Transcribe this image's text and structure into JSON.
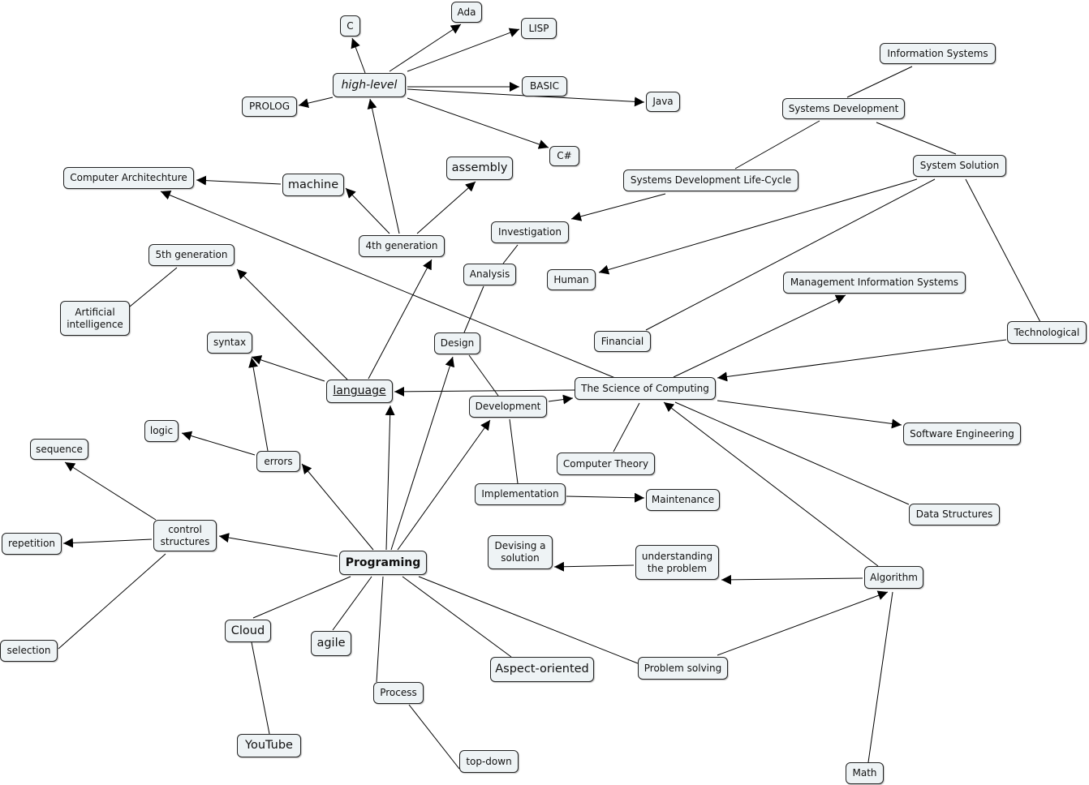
{
  "nodes": {
    "c": "C",
    "ada": "Ada",
    "lisp": "LISP",
    "highlevel": "high-level",
    "prolog": "PROLOG",
    "basic": "BASIC",
    "java": "Java",
    "csharp": "C#",
    "infosys": "Information Systems",
    "sysdev": "Systems Development",
    "comparch": "Computer Architechture",
    "machine": "machine",
    "assembly": "assembly",
    "sdlc": "Systems Development Life-Cycle",
    "syssol": "System Solution",
    "investigation": "Investigation",
    "gen4": "4th generation",
    "gen5": "5th generation",
    "analysis": "Analysis",
    "human": "Human",
    "mis": "Management Information Systems",
    "ai": "Artificial\nintelligence",
    "technological": "Technological",
    "financial": "Financial",
    "syntax": "syntax",
    "design": "Design",
    "language": "language",
    "science": "The Science of Computing",
    "development": "Development",
    "logic": "logic",
    "softeng": "Software Engineering",
    "sequence": "sequence",
    "errors": "errors",
    "comptheory": "Computer Theory",
    "implementation": "Implementation",
    "maintenance": "Maintenance",
    "datastruct": "Data Structures",
    "control": "control\nstructures",
    "repetition": "repetition",
    "devising": "Devising a\nsolution",
    "understanding": "understanding\nthe problem",
    "programing": "Programing",
    "algorithm": "Algorithm",
    "cloud": "Cloud",
    "agile": "agile",
    "selection": "selection",
    "aspect": "Aspect-oriented",
    "problem": "Problem solving",
    "process": "Process",
    "youtube": "YouTube",
    "topdown": "top-down",
    "math": "Math"
  },
  "edges": [
    {
      "from": "highlevel",
      "to": "c",
      "arrow": true
    },
    {
      "from": "highlevel",
      "to": "ada",
      "arrow": true
    },
    {
      "from": "highlevel",
      "to": "lisp",
      "arrow": true
    },
    {
      "from": "highlevel",
      "to": "basic",
      "arrow": true
    },
    {
      "from": "highlevel",
      "to": "java",
      "arrow": true
    },
    {
      "from": "highlevel",
      "to": "prolog",
      "arrow": true
    },
    {
      "from": "highlevel",
      "to": "csharp",
      "arrow": true
    },
    {
      "from": "infosys",
      "to": "sysdev",
      "arrow": false
    },
    {
      "from": "sysdev",
      "to": "sdlc",
      "arrow": false
    },
    {
      "from": "sysdev",
      "to": "syssol",
      "arrow": false
    },
    {
      "from": "sdlc",
      "to": "investigation",
      "arrow": true
    },
    {
      "from": "syssol",
      "to": "human",
      "arrow": true
    },
    {
      "from": "syssol",
      "to": "financial",
      "arrow": false
    },
    {
      "from": "syssol",
      "to": "technological",
      "arrow": false
    },
    {
      "from": "investigation",
      "to": "analysis",
      "arrow": false
    },
    {
      "from": "analysis",
      "to": "design",
      "arrow": false
    },
    {
      "from": "design",
      "to": "development",
      "arrow": false
    },
    {
      "from": "development",
      "to": "implementation",
      "arrow": false
    },
    {
      "from": "implementation",
      "to": "maintenance",
      "arrow": true
    },
    {
      "from": "development",
      "to": "science",
      "arrow": true
    },
    {
      "from": "machine",
      "to": "comparch",
      "arrow": true
    },
    {
      "from": "gen4",
      "to": "machine",
      "arrow": true
    },
    {
      "from": "gen4",
      "to": "highlevel",
      "arrow": true
    },
    {
      "from": "gen4",
      "to": "assembly",
      "arrow": true
    },
    {
      "from": "science",
      "to": "comparch",
      "arrow": true
    },
    {
      "from": "gen5",
      "to": "ai",
      "arrow": false
    },
    {
      "from": "language",
      "to": "gen5",
      "arrow": true
    },
    {
      "from": "language",
      "to": "gen4",
      "arrow": true
    },
    {
      "from": "language",
      "to": "syntax",
      "arrow": true
    },
    {
      "from": "science",
      "to": "language",
      "arrow": true
    },
    {
      "from": "science",
      "to": "mis",
      "arrow": true
    },
    {
      "from": "technological",
      "to": "science",
      "arrow": true
    },
    {
      "from": "science",
      "to": "softeng",
      "arrow": true
    },
    {
      "from": "science",
      "to": "datastruct",
      "arrow": false
    },
    {
      "from": "science",
      "to": "comptheory",
      "arrow": false
    },
    {
      "from": "algorithm",
      "to": "science",
      "arrow": true
    },
    {
      "from": "errors",
      "to": "syntax",
      "arrow": true
    },
    {
      "from": "errors",
      "to": "logic",
      "arrow": true
    },
    {
      "from": "programing",
      "to": "errors",
      "arrow": true
    },
    {
      "from": "programing",
      "to": "language",
      "arrow": true
    },
    {
      "from": "programing",
      "to": "design",
      "arrow": true
    },
    {
      "from": "programing",
      "to": "development",
      "arrow": true
    },
    {
      "from": "control",
      "to": "sequence",
      "arrow": true
    },
    {
      "from": "control",
      "to": "repetition",
      "arrow": true
    },
    {
      "from": "control",
      "to": "selection",
      "arrow": false
    },
    {
      "from": "programing",
      "to": "control",
      "arrow": true
    },
    {
      "from": "programing",
      "to": "cloud",
      "arrow": false
    },
    {
      "from": "programing",
      "to": "agile",
      "arrow": false
    },
    {
      "from": "programing",
      "to": "process",
      "arrow": false
    },
    {
      "from": "programing",
      "to": "aspect",
      "arrow": false
    },
    {
      "from": "programing",
      "to": "problem",
      "arrow": false
    },
    {
      "from": "cloud",
      "to": "youtube",
      "arrow": false
    },
    {
      "from": "process",
      "to": "topdown",
      "arrow": false
    },
    {
      "from": "understanding",
      "to": "devising",
      "arrow": true
    },
    {
      "from": "algorithm",
      "to": "understanding",
      "arrow": true
    },
    {
      "from": "problem",
      "to": "algorithm",
      "arrow": true
    },
    {
      "from": "algorithm",
      "to": "math",
      "arrow": false
    }
  ]
}
